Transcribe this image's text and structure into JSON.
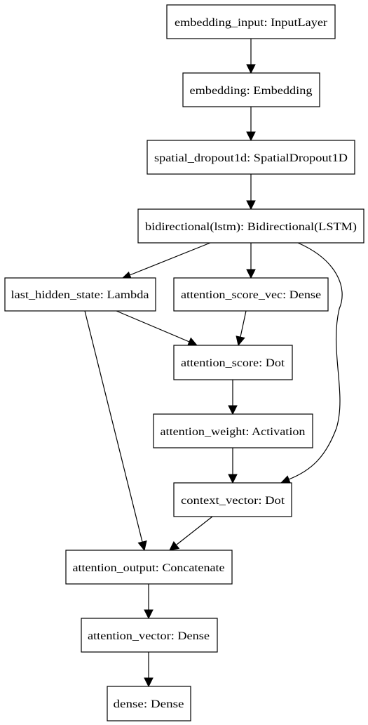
{
  "nodes": [
    {
      "id": "embedding_input",
      "label": "embedding_input: InputLayer"
    },
    {
      "id": "embedding",
      "label": "embedding: Embedding"
    },
    {
      "id": "spatial_dropout1d",
      "label": "spatial_dropout1d: SpatialDropout1D"
    },
    {
      "id": "bidirectional_lstm",
      "label": "bidirectional(lstm): Bidirectional(LSTM)"
    },
    {
      "id": "last_hidden_state",
      "label": "last_hidden_state: Lambda"
    },
    {
      "id": "attention_score_vec",
      "label": "attention_score_vec: Dense"
    },
    {
      "id": "attention_score",
      "label": "attention_score: Dot"
    },
    {
      "id": "attention_weight",
      "label": "attention_weight: Activation"
    },
    {
      "id": "context_vector",
      "label": "context_vector: Dot"
    },
    {
      "id": "attention_output",
      "label": "attention_output: Concatenate"
    },
    {
      "id": "attention_vector",
      "label": "attention_vector: Dense"
    },
    {
      "id": "dense",
      "label": "dense: Dense"
    }
  ],
  "edges": [
    {
      "from": "embedding_input",
      "to": "embedding"
    },
    {
      "from": "embedding",
      "to": "spatial_dropout1d"
    },
    {
      "from": "spatial_dropout1d",
      "to": "bidirectional_lstm"
    },
    {
      "from": "bidirectional_lstm",
      "to": "last_hidden_state"
    },
    {
      "from": "bidirectional_lstm",
      "to": "attention_score_vec"
    },
    {
      "from": "bidirectional_lstm",
      "to": "context_vector"
    },
    {
      "from": "last_hidden_state",
      "to": "attention_score"
    },
    {
      "from": "attention_score_vec",
      "to": "attention_score"
    },
    {
      "from": "attention_score",
      "to": "attention_weight"
    },
    {
      "from": "attention_weight",
      "to": "context_vector"
    },
    {
      "from": "last_hidden_state",
      "to": "attention_output"
    },
    {
      "from": "context_vector",
      "to": "attention_output"
    },
    {
      "from": "attention_output",
      "to": "attention_vector"
    },
    {
      "from": "attention_vector",
      "to": "dense"
    }
  ]
}
